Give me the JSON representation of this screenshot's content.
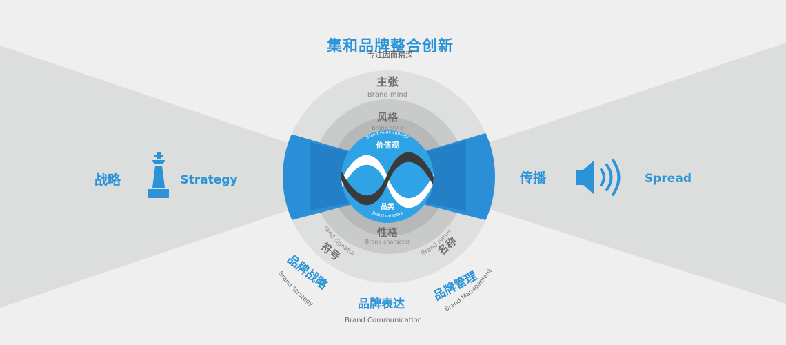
{
  "header": {
    "title": "集和品牌整合创新",
    "subtitle": "专注因而精深"
  },
  "left": {
    "cn": "战略",
    "en": "Strategy",
    "icon": "chess-queen-icon"
  },
  "right": {
    "cn": "传播",
    "en": "Spread",
    "icon": "speaker-icon"
  },
  "rings": {
    "outer": {
      "cn": "主张",
      "en": "Brand mind"
    },
    "middle": {
      "cn": "风格",
      "en": "Brand style"
    },
    "inner_bottom": {
      "cn": "性格",
      "en": "Brand character"
    },
    "middle_left": {
      "cn": "符号",
      "en": "Brand signature"
    },
    "middle_right": {
      "cn": "名称",
      "en": "Brand name"
    }
  },
  "core": {
    "top_cn": "价值观",
    "top_en": "Brand value concept",
    "bottom_cn": "品类",
    "bottom_en": "Brand category"
  },
  "bottom": {
    "left": {
      "cn": "品牌战略",
      "en": "Brand Strategy"
    },
    "center": {
      "cn": "品牌表达",
      "en": "Brand Communication"
    },
    "right": {
      "cn": "品牌管理",
      "en": "Brand Management"
    }
  },
  "colors": {
    "background": "#efefef",
    "wedge_gray": "#dcdddd",
    "ring_outer": "#dedfdf",
    "ring_middle": "#c9caca",
    "ring_inner": "#b7b8b8",
    "blue": "#2b8fd8",
    "blue_dark": "#1f74b5",
    "core": "#2fa3e5",
    "text_gray": "#6e6e6e",
    "accent": "#2b94d9"
  }
}
